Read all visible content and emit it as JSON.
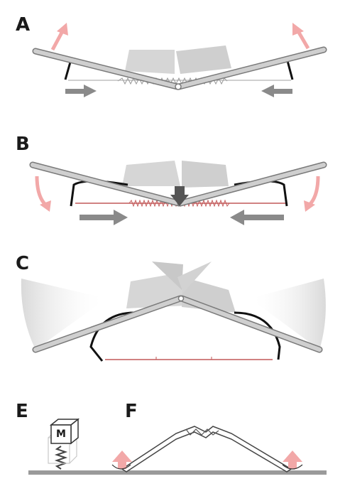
{
  "panels": {
    "a": "A",
    "b": "B",
    "c": "C",
    "e": "E",
    "f": "F"
  },
  "weight_label": "M",
  "colors": {
    "rod": "#c8c8c8",
    "rod_outline": "#7a7a7a",
    "block": "#d6d6d6",
    "frame": "#111111",
    "spring": "#9a9a9a",
    "spring_loaded": "#c25858",
    "tension_line": "#c25858",
    "motion_arrow": "#f2a8a8",
    "force_arrow": "#8a8a8a",
    "press_arrow": "#555555",
    "ground": "#9a9a9a"
  }
}
